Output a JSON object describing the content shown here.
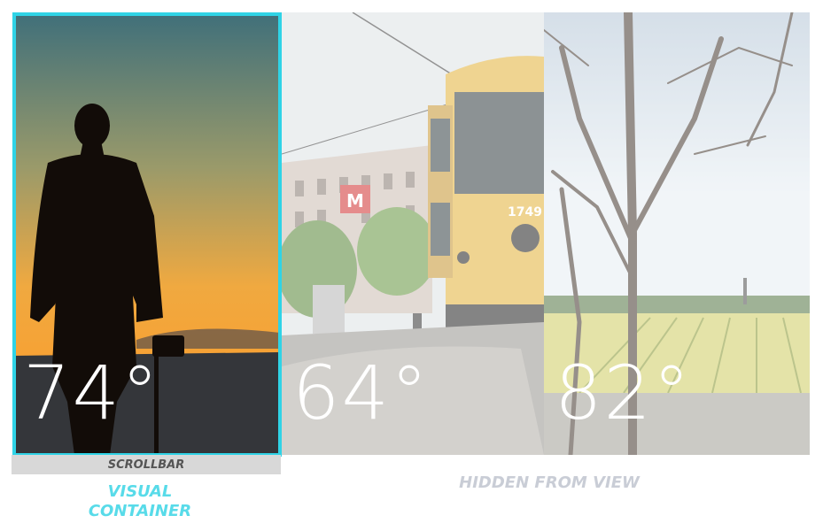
{
  "panels": [
    {
      "id": "sunset",
      "temperature": "74°",
      "scene": "silhouette-photographer-sunset"
    },
    {
      "id": "tram",
      "temperature": "64°",
      "scene": "city-tram-street",
      "tram_number": "1749",
      "sign": "M"
    },
    {
      "id": "field",
      "temperature": "82°",
      "scene": "trees-flower-field"
    }
  ],
  "labels": {
    "scrollbar": "SCROLLBAR",
    "visual_container": "VISUAL CONTAINER",
    "hidden_from_view": "HIDDEN FROM VIEW"
  },
  "colors": {
    "accent": "#2fd3e6",
    "scrollbar_bg": "#d8d8d8",
    "hidden_label": "#c9cdd6"
  }
}
